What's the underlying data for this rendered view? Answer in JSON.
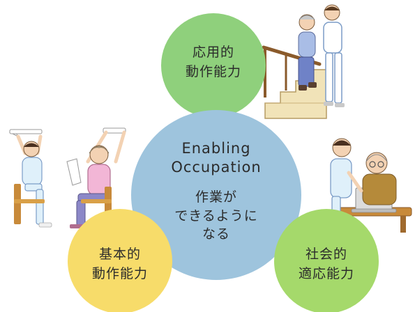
{
  "diagram": {
    "center": {
      "title_en": "Enabling\nOccupation",
      "title_jp": "作業が\nできるように\nなる",
      "color": "#9ec4dd"
    },
    "top": {
      "label": "応用的\n動作能力",
      "color": "#8fd07c"
    },
    "bottom_left": {
      "label": "基本的\n動作能力",
      "color": "#f7dc6a"
    },
    "bottom_right": {
      "label": "社会的\n適応能力",
      "color": "#a5d96b"
    }
  },
  "illustrations": {
    "stairs": "caregiver-helping-elder-on-stairs-illustration",
    "exercise": "seated-towel-exercise-illustration",
    "computer": "caregiver-with-elder-at-computer-illustration"
  }
}
